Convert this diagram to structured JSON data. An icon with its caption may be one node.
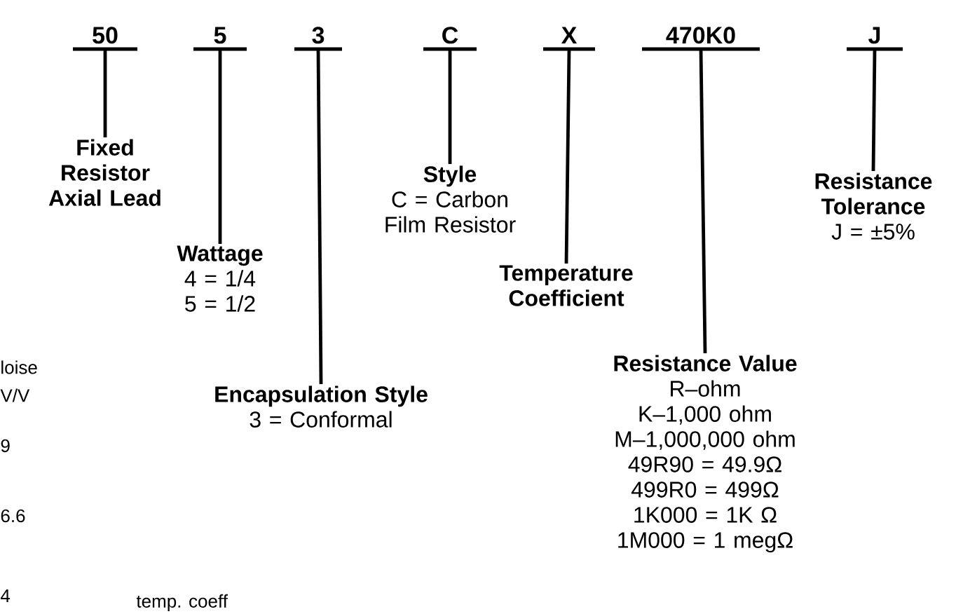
{
  "diagram": {
    "nodes": [
      {
        "text": [
          "50"
        ]
      },
      {
        "text": [
          "5"
        ]
      },
      {
        "text": [
          "3"
        ]
      },
      {
        "text": [
          "C"
        ]
      },
      {
        "text": [
          "X"
        ]
      },
      {
        "text": [
          "470K0"
        ]
      },
      {
        "text": [
          "J"
        ]
      },
      {
        "text": [
          "Fixed Resistor Axial Lead"
        ]
      },
      {
        "text": [
          "Wattage",
          "4 = 1/4",
          "5 = 1/2"
        ]
      },
      {
        "text": [
          "Encapsulation Style",
          "3 = Conformal"
        ]
      },
      {
        "text": [
          "Style",
          "C = Carbon Film Resistor"
        ]
      },
      {
        "text": [
          "Temperature Coefficient"
        ]
      },
      {
        "text": [
          "Resistance Value",
          "R–ohm",
          "K–1,000 ohm",
          "M–1,000,000 ohm",
          "49R90 = 49.9Ω",
          "499R0 = 499Ω",
          "1K000 = 1K Ω",
          "1M000 = 1 megΩ"
        ]
      },
      {
        "text": [
          "Resistance Tolerance",
          "J = ±5%"
        ]
      }
    ],
    "edges": [
      {
        "from": 0,
        "to": 7,
        "arrow": "none"
      },
      {
        "from": 1,
        "to": 8,
        "arrow": "none"
      },
      {
        "from": 2,
        "to": 9,
        "arrow": "none"
      },
      {
        "from": 3,
        "to": 10,
        "arrow": "none"
      },
      {
        "from": 4,
        "to": 11,
        "arrow": "none"
      },
      {
        "from": 5,
        "to": 12,
        "arrow": "none"
      },
      {
        "from": 6,
        "to": 13,
        "arrow": "none"
      }
    ],
    "labels": [
      "loise",
      "V/V",
      "9",
      "6.6",
      "4",
      "temp. coeff"
    ]
  }
}
